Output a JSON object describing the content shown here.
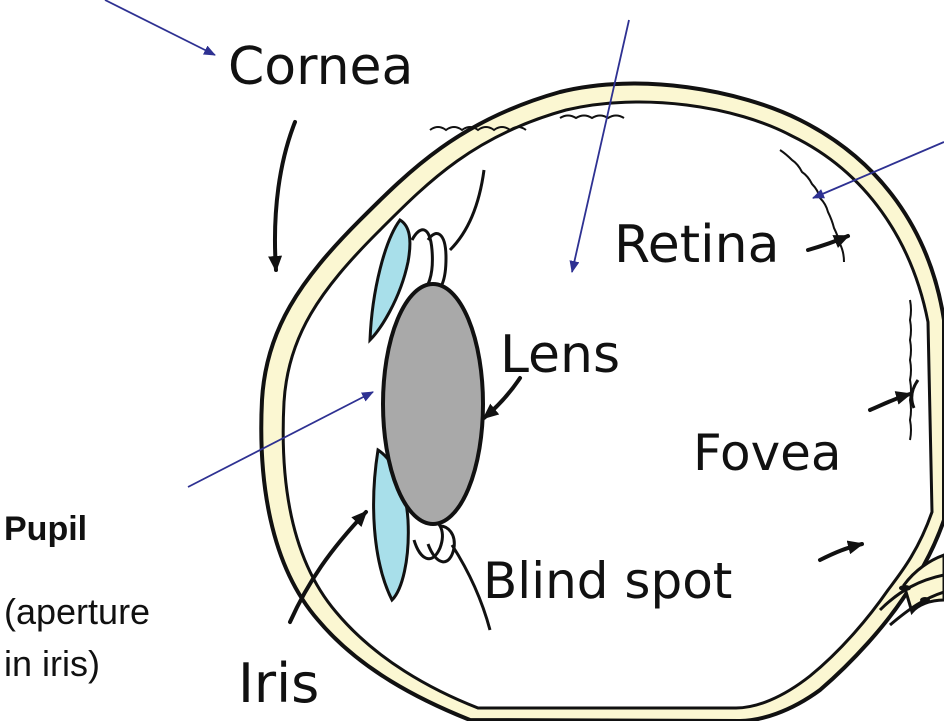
{
  "labels": {
    "cornea": "Cornea",
    "retina": "Retina",
    "lens": "Lens",
    "fovea": "Fovea",
    "blind_spot": "Blind spot",
    "iris": "Iris",
    "pupil": "Pupil",
    "pupil_note_line1": "(aperture",
    "pupil_note_line2": "in iris)"
  },
  "colors": {
    "sclera_fill": "#fbf7d2",
    "outline": "#111111",
    "iris_fill": "#a8dfea",
    "lens_fill": "#a9a9a9",
    "pointer_line": "#2e3192"
  }
}
